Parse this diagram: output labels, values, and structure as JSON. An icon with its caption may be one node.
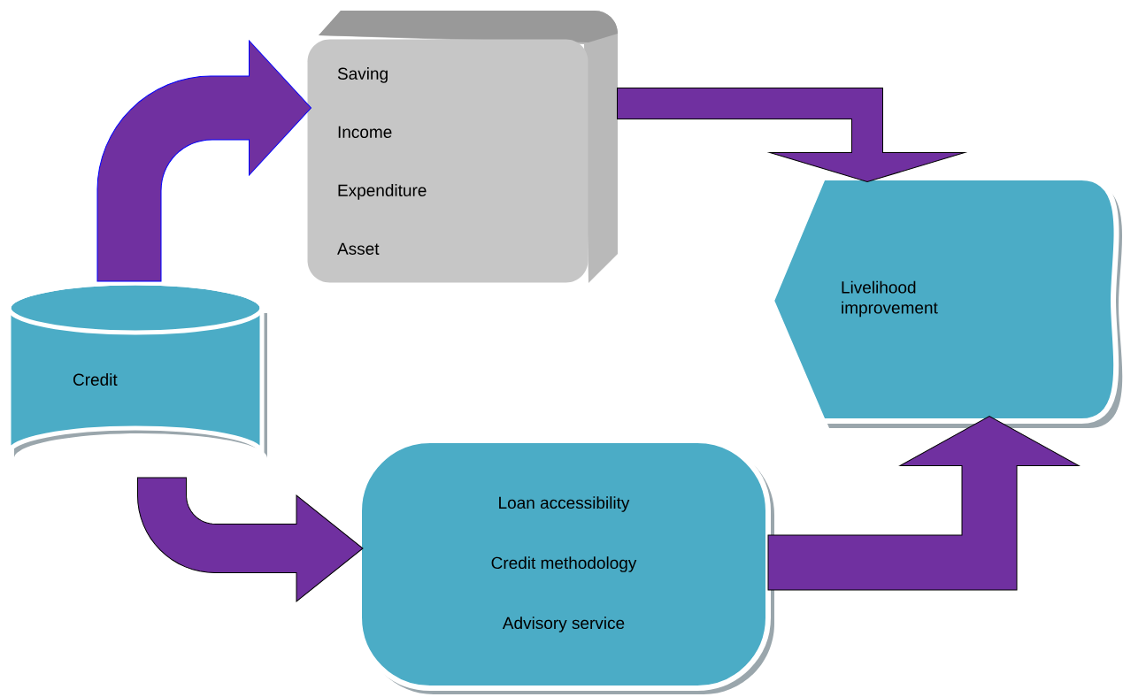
{
  "diagram": {
    "nodes": [
      {
        "text": [
          "Credit"
        ]
      },
      {
        "text": [
          "Saving",
          "Income",
          "Expenditure",
          "Asset"
        ]
      },
      {
        "text": [
          "Livelihood improvement"
        ]
      },
      {
        "text": [
          "Loan accessibility",
          "Credit methodology",
          "Advisory service"
        ]
      }
    ],
    "edges": [
      {
        "from": 0,
        "to": 1,
        "arrow": "to"
      },
      {
        "from": 1,
        "to": 2,
        "arrow": "to"
      },
      {
        "from": 0,
        "to": 3,
        "arrow": "to"
      },
      {
        "from": 3,
        "to": 2,
        "arrow": "to"
      }
    ]
  }
}
